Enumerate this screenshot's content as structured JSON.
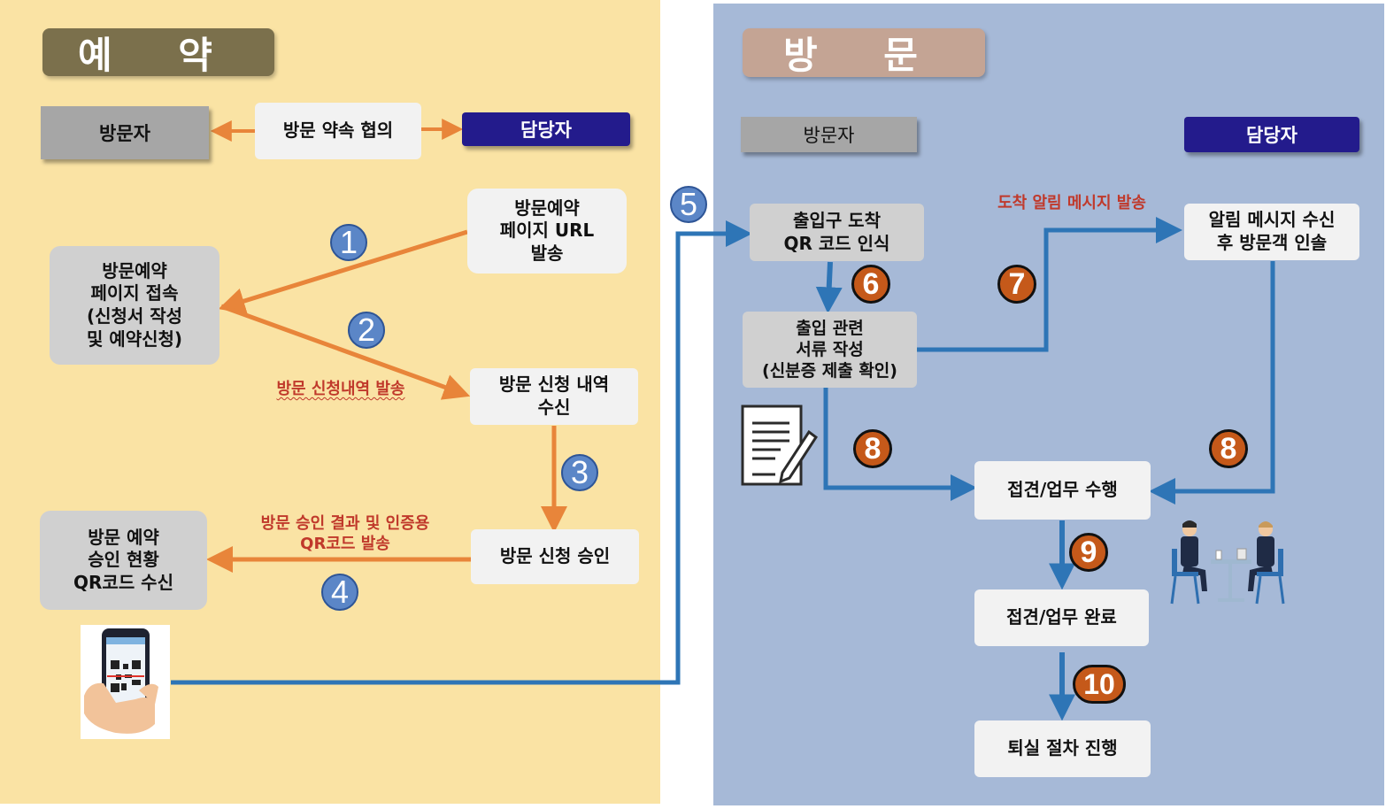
{
  "reservation": {
    "title": "예 약",
    "visitor_label": "방문자",
    "staff_label": "담당자",
    "agreement": "방문 약속 협의",
    "url_box": "방문예약\n페이지 URL\n발송",
    "access_box": "방문예약\n페이지 접속\n(신청서 작성\n및 예약신청)",
    "receive_box": "방문 신청 내역\n수신",
    "approve_box": "방문 신청 승인",
    "status_box": "방문 예약\n승인 현황\nQR코드 수신",
    "note_send": "방문 신청내역 발송",
    "note_qr": "방문 승인 결과 및 인증용\nQR코드 발송"
  },
  "visit": {
    "title": "방 문",
    "visitor_label": "방문자",
    "staff_label": "담당자",
    "arrive_box": "출입구 도착\nQR 코드 인식",
    "docs_box": "출입 관련\n서류 작성\n(신분증 제출 확인)",
    "notify_box": "알림 메시지 수신\n후 방문객 인솔",
    "meeting_box": "접견/업무 수행",
    "complete_box": "접견/업무 완료",
    "exit_box": "퇴실 절차 진행",
    "note_arrival": "도착 알림 메시지 발송"
  },
  "steps": [
    "1",
    "2",
    "3",
    "4",
    "5",
    "6",
    "7",
    "8",
    "8",
    "9",
    "10"
  ],
  "colors": {
    "left_bg": "#fae3a4",
    "right_bg": "#a6b9d7",
    "reservation_title_bg": "#7b704c",
    "visit_title_bg": "#c4a494",
    "orange_arrow": "#e8853a",
    "blue_arrow": "#2e75b6",
    "staff_bg": "#231b8c",
    "note_red": "#c0392b"
  },
  "icons": [
    "phone-qr-icon",
    "document-pen-icon",
    "meeting-people-icon"
  ]
}
